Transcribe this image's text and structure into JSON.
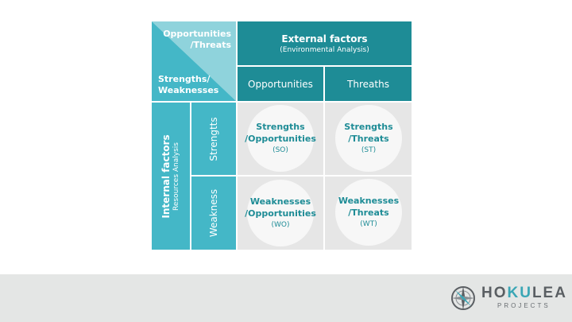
{
  "corner": {
    "top": "Opportunities /Threats",
    "top_line1": "Opportunities",
    "top_line2": "/Threats",
    "bottom_line1": "Strengths/",
    "bottom_line2": "Weaknesses"
  },
  "external": {
    "title": "External factors",
    "subtitle": "(Environmental Analysis)",
    "col1": "Opportunities",
    "col2": "Threaths"
  },
  "internal": {
    "title": "Internal factors",
    "subtitle": "Resources Analysis",
    "row1": "Strengtts",
    "row2": "Weakness"
  },
  "cells": {
    "so": {
      "line1": "Strengths",
      "line2": "/Opportunities",
      "abbr": "(SO)"
    },
    "st": {
      "line1": "Strengths",
      "line2": "/Threats",
      "abbr": "(ST)"
    },
    "wo": {
      "line1": "Weaknesses",
      "line2": "/Opportunities",
      "abbr": "(WO)"
    },
    "wt": {
      "line1": "Weaknesses",
      "line2": "/Threats",
      "abbr": "(WT)"
    }
  },
  "logo": {
    "brand": "HOKULEA",
    "brand_part1": "HO",
    "brand_part2": "KU",
    "brand_part3": "LEA",
    "tagline": "PROJECTS"
  },
  "colors": {
    "dark_teal": "#1e8c96",
    "mid_teal": "#44b7c7",
    "light_teal": "#8fd3dc",
    "cell_grey": "#e6e6e6",
    "footer_grey": "#e4e6e5"
  }
}
